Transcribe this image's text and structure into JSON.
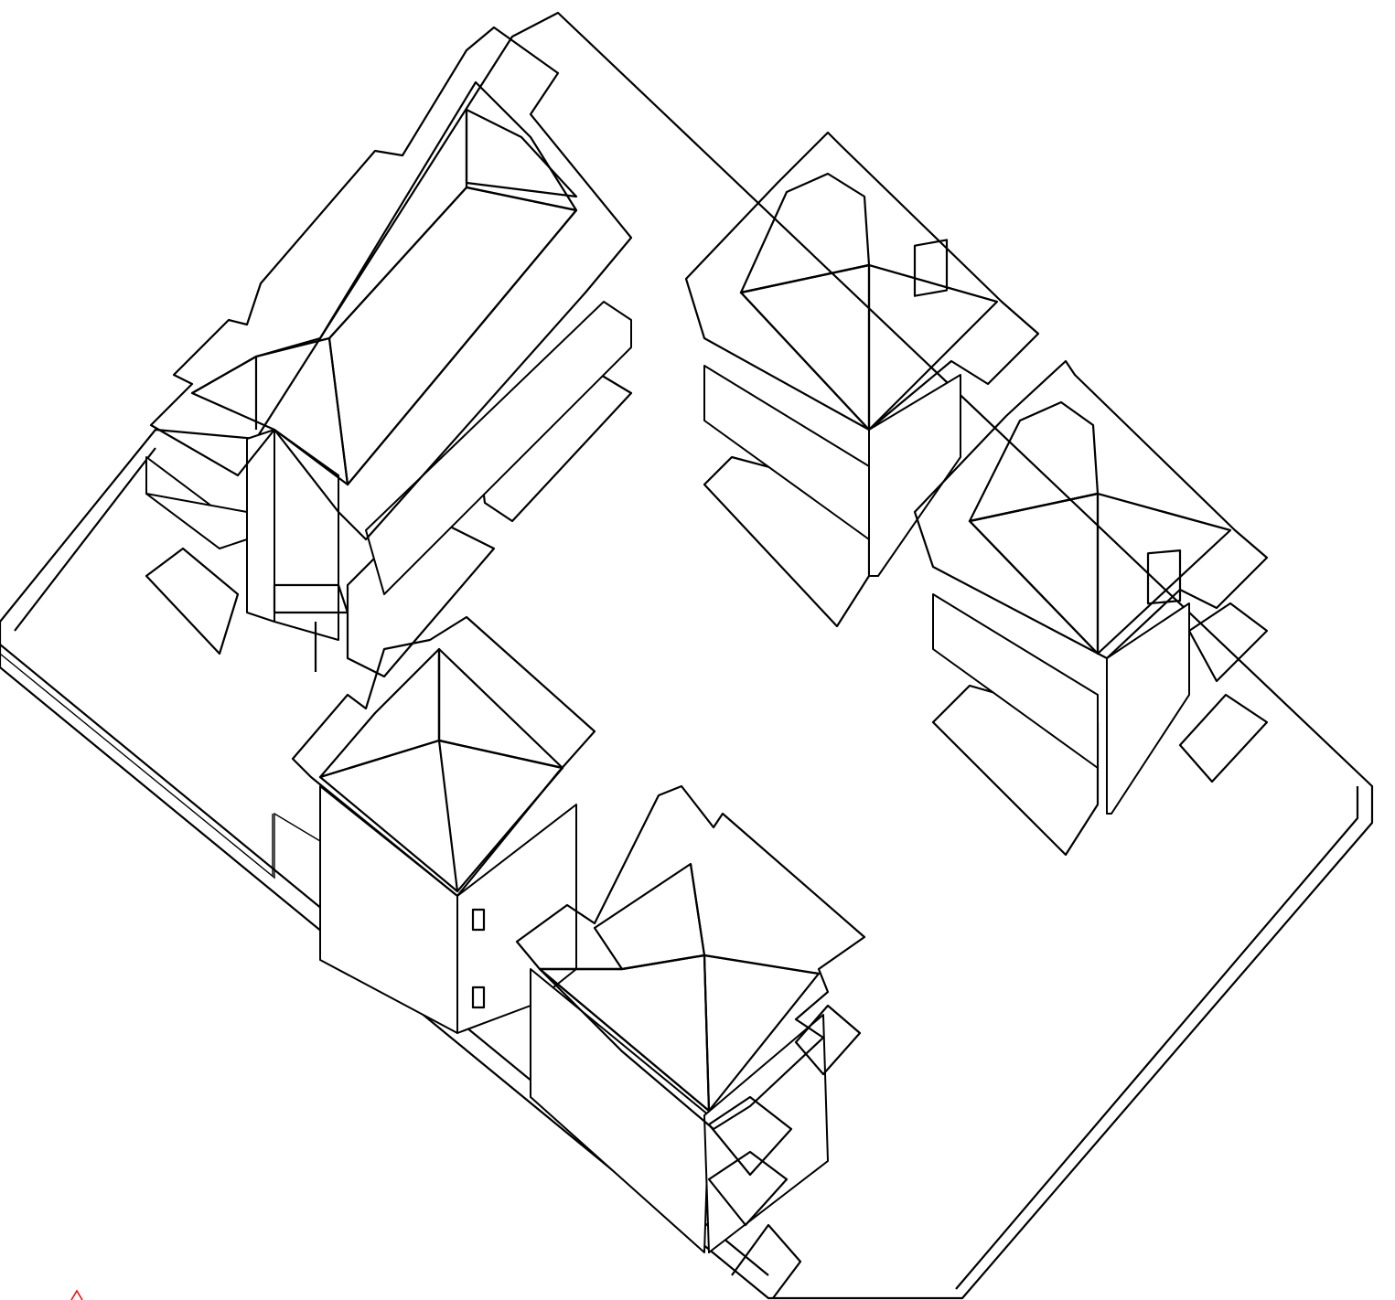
{
  "drawing": {
    "type": "isometric-line-drawing",
    "subject": "villa-cluster-roof-plan",
    "line_color": "#000000",
    "background_color": "#ffffff",
    "marker_color": "#ff0000",
    "patterns": [
      "diagonal-hatch",
      "cross-hatch"
    ]
  },
  "buildings": [
    {
      "id": "villa-northwest",
      "roof": "hip-roof-long"
    },
    {
      "id": "villa-north-east-1",
      "roof": "pyramid-roof"
    },
    {
      "id": "villa-north-east-2",
      "roof": "pyramid-roof"
    },
    {
      "id": "villa-center",
      "roof": "pyramid-roof"
    },
    {
      "id": "villa-south",
      "roof": "pyramid-roof"
    }
  ]
}
